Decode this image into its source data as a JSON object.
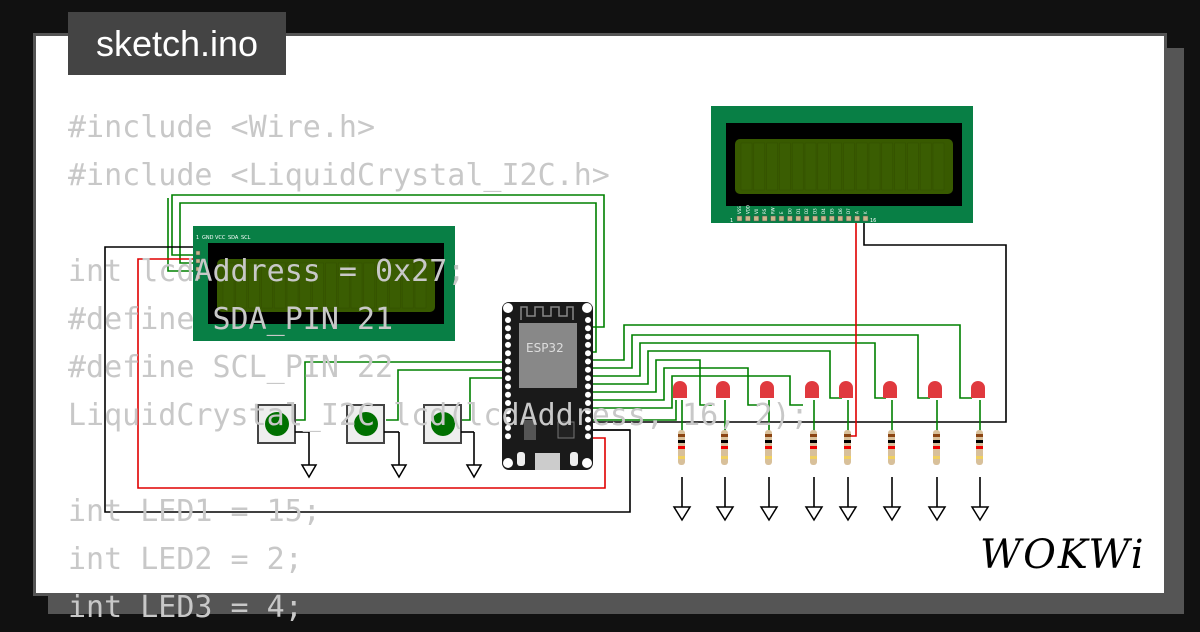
{
  "tab": {
    "title": "sketch.ino"
  },
  "code": {
    "lines": [
      "#include <Wire.h>",
      "#include <LiquidCrystal_I2C.h>",
      "",
      "int lcdAddress = 0x27;",
      "#define SDA_PIN 21",
      "#define SCL_PIN 22",
      "LiquidCrystal_I2C lcd(lcdAddress, 16, 2);",
      "",
      "int LED1 = 15;",
      "int LED2 = 2;",
      "int LED3 = 4;"
    ]
  },
  "circuit": {
    "mcu_label": "ESP32",
    "lcd1_pins": [
      "GND",
      "VCC",
      "SDA",
      "SCL"
    ],
    "lcd1_pin_number": "1",
    "lcd2_pins": [
      "VSS",
      "VDD",
      "V0",
      "RS",
      "RW",
      "E",
      "D0",
      "D1",
      "D2",
      "D3",
      "D4",
      "D5",
      "D6",
      "D7",
      "A",
      "K"
    ],
    "lcd2_pin_first": "1",
    "lcd2_pin_last": "16",
    "led_count": 8,
    "button_count": 3
  },
  "logo": {
    "text": "WOKWi"
  },
  "colors": {
    "pcb_green": "#087f45",
    "lcd_screen": "#385a00",
    "wire_green": "#008000",
    "wire_red": "#e00000",
    "led_red": "#e0393e"
  }
}
